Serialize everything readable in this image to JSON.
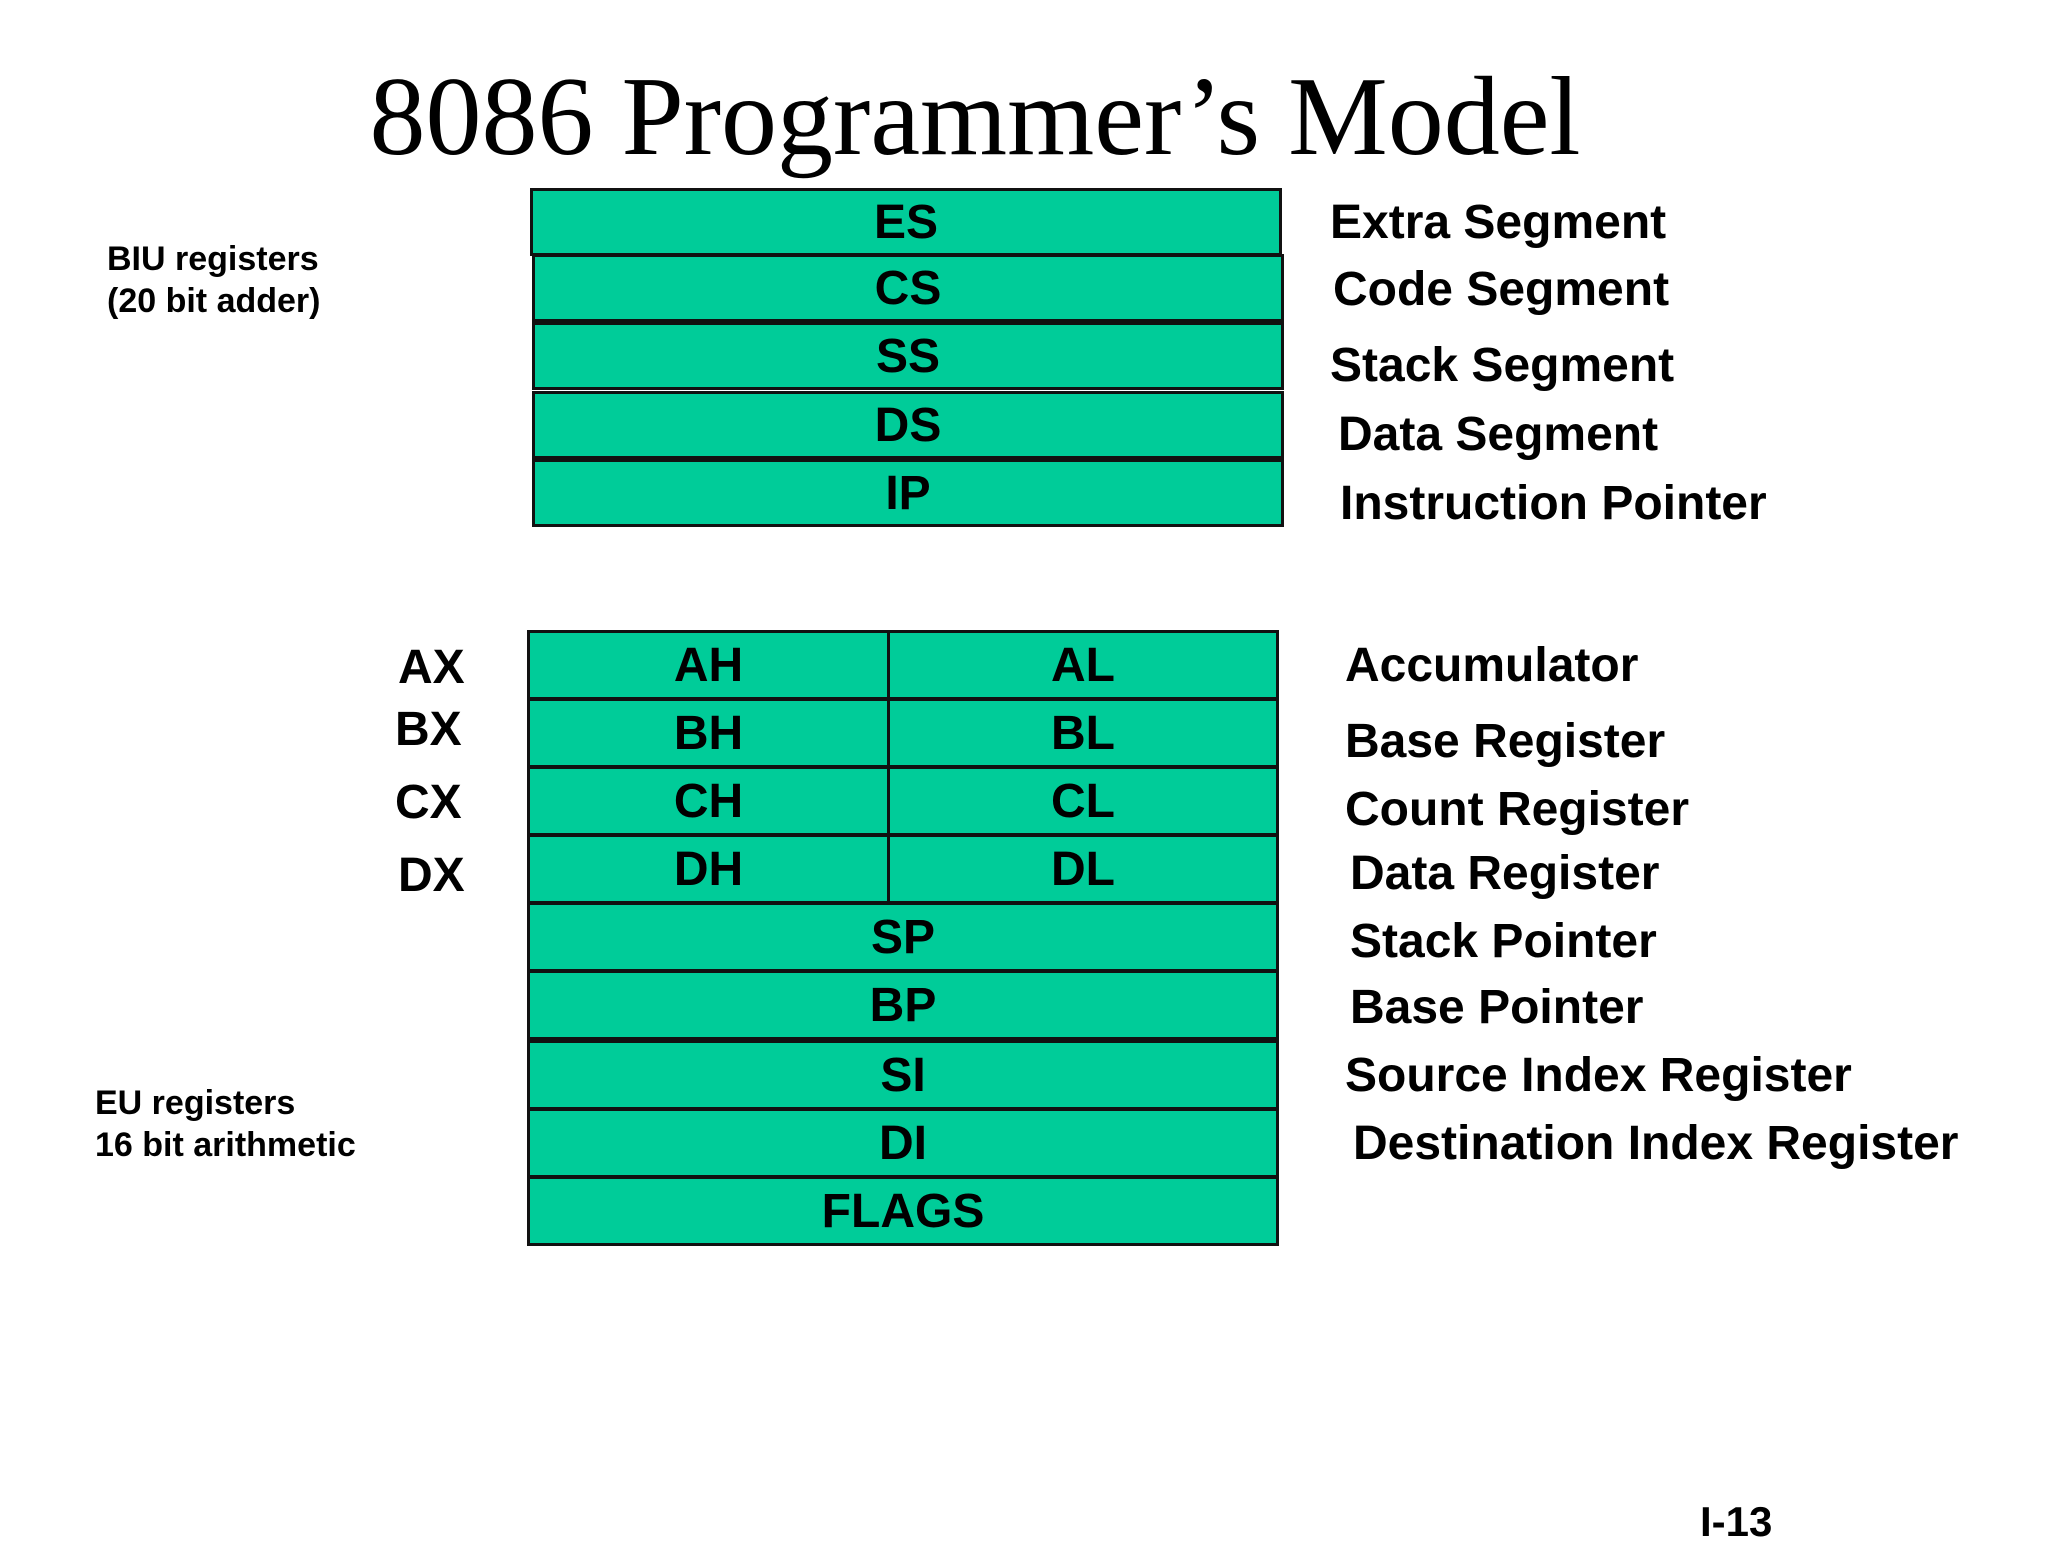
{
  "title": "8086 Programmer’s Model",
  "biu": {
    "label_line1": "BIU registers",
    "label_line2": "(20 bit adder)",
    "registers": [
      {
        "name": "ES",
        "description": "Extra Segment"
      },
      {
        "name": "CS",
        "description": "Code Segment"
      },
      {
        "name": "SS",
        "description": "Stack Segment"
      },
      {
        "name": "DS",
        "description": "Data Segment"
      },
      {
        "name": "IP",
        "description": "Instruction Pointer"
      }
    ]
  },
  "eu": {
    "label_line1": "EU registers",
    "label_line2": "16 bit arithmetic",
    "split_registers": [
      {
        "pair": "AX",
        "high": "AH",
        "low": "AL",
        "description": "Accumulator"
      },
      {
        "pair": "BX",
        "high": "BH",
        "low": "BL",
        "description": "Base Register"
      },
      {
        "pair": "CX",
        "high": "CH",
        "low": "CL",
        "description": "Count Register"
      },
      {
        "pair": "DX",
        "high": "DH",
        "low": "DL",
        "description": "Data Register"
      }
    ],
    "registers": [
      {
        "name": "SP",
        "description": "Stack Pointer"
      },
      {
        "name": "BP",
        "description": "Base Pointer"
      },
      {
        "name": "SI",
        "description": "Source Index Register"
      },
      {
        "name": "DI",
        "description": "Destination Index Register"
      },
      {
        "name": "FLAGS",
        "description": ""
      }
    ]
  },
  "page_number": "I-13",
  "colors": {
    "register_fill": "#00cc99",
    "border": "#111111"
  }
}
